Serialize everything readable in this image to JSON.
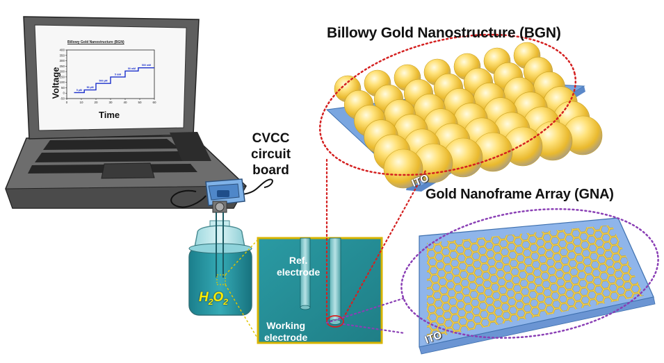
{
  "titles": {
    "bgn": "Billowy Gold Nanostructure (BGN)",
    "gna": "Gold Nanoframe Array (GNA)"
  },
  "labels": {
    "board": [
      "CVCC",
      "circuit",
      "board"
    ],
    "ito_top": "ITO",
    "ito_bottom": "ITO",
    "analyte_main": "H",
    "analyte_sub1": "2",
    "analyte_mid": "O",
    "analyte_sub2": "2",
    "ref_electrode": [
      "Ref.",
      "electrode"
    ],
    "working_electrode": [
      "Working",
      "electrode"
    ]
  },
  "screen_chart": {
    "title": "Billowy Gold Nanostructure (BGN)",
    "xlabel": "Time",
    "ylabel": "Voltage",
    "y_ticks": [
      "400",
      "350",
      "300",
      "250",
      "200",
      "150",
      "100",
      "50",
      "0",
      "-50"
    ],
    "x_ticks": [
      "0",
      "10",
      "20",
      "30",
      "40",
      "50",
      "60"
    ]
  },
  "chart_data": {
    "type": "line",
    "title": "Billowy Gold Nanostructure (BGN)",
    "xlabel": "Time",
    "ylabel": "Voltage",
    "xlim": [
      0,
      60
    ],
    "ylim": [
      -50,
      400
    ],
    "steps": [
      {
        "x0": 5,
        "x1": 12,
        "y": 5,
        "label": "5 µM"
      },
      {
        "x0": 12,
        "x1": 20,
        "y": 30,
        "label": "50 µM"
      },
      {
        "x0": 20,
        "x1": 30,
        "y": 90,
        "label": "500 µM"
      },
      {
        "x0": 30,
        "x1": 40,
        "y": 150,
        "label": "5 mM"
      },
      {
        "x0": 40,
        "x1": 49,
        "y": 205,
        "label": "50 mM"
      },
      {
        "x0": 49,
        "x1": 60,
        "y": 235,
        "label": "500 mM"
      }
    ]
  },
  "colors": {
    "gold": "#f2c94c",
    "substrate": "#7aa6e0",
    "teal": "#2e8f96",
    "inset_border": "#d8b400",
    "red_dots": "#d42020",
    "purple_dots": "#8a3fb5",
    "laptop": "#5a5a5a"
  }
}
